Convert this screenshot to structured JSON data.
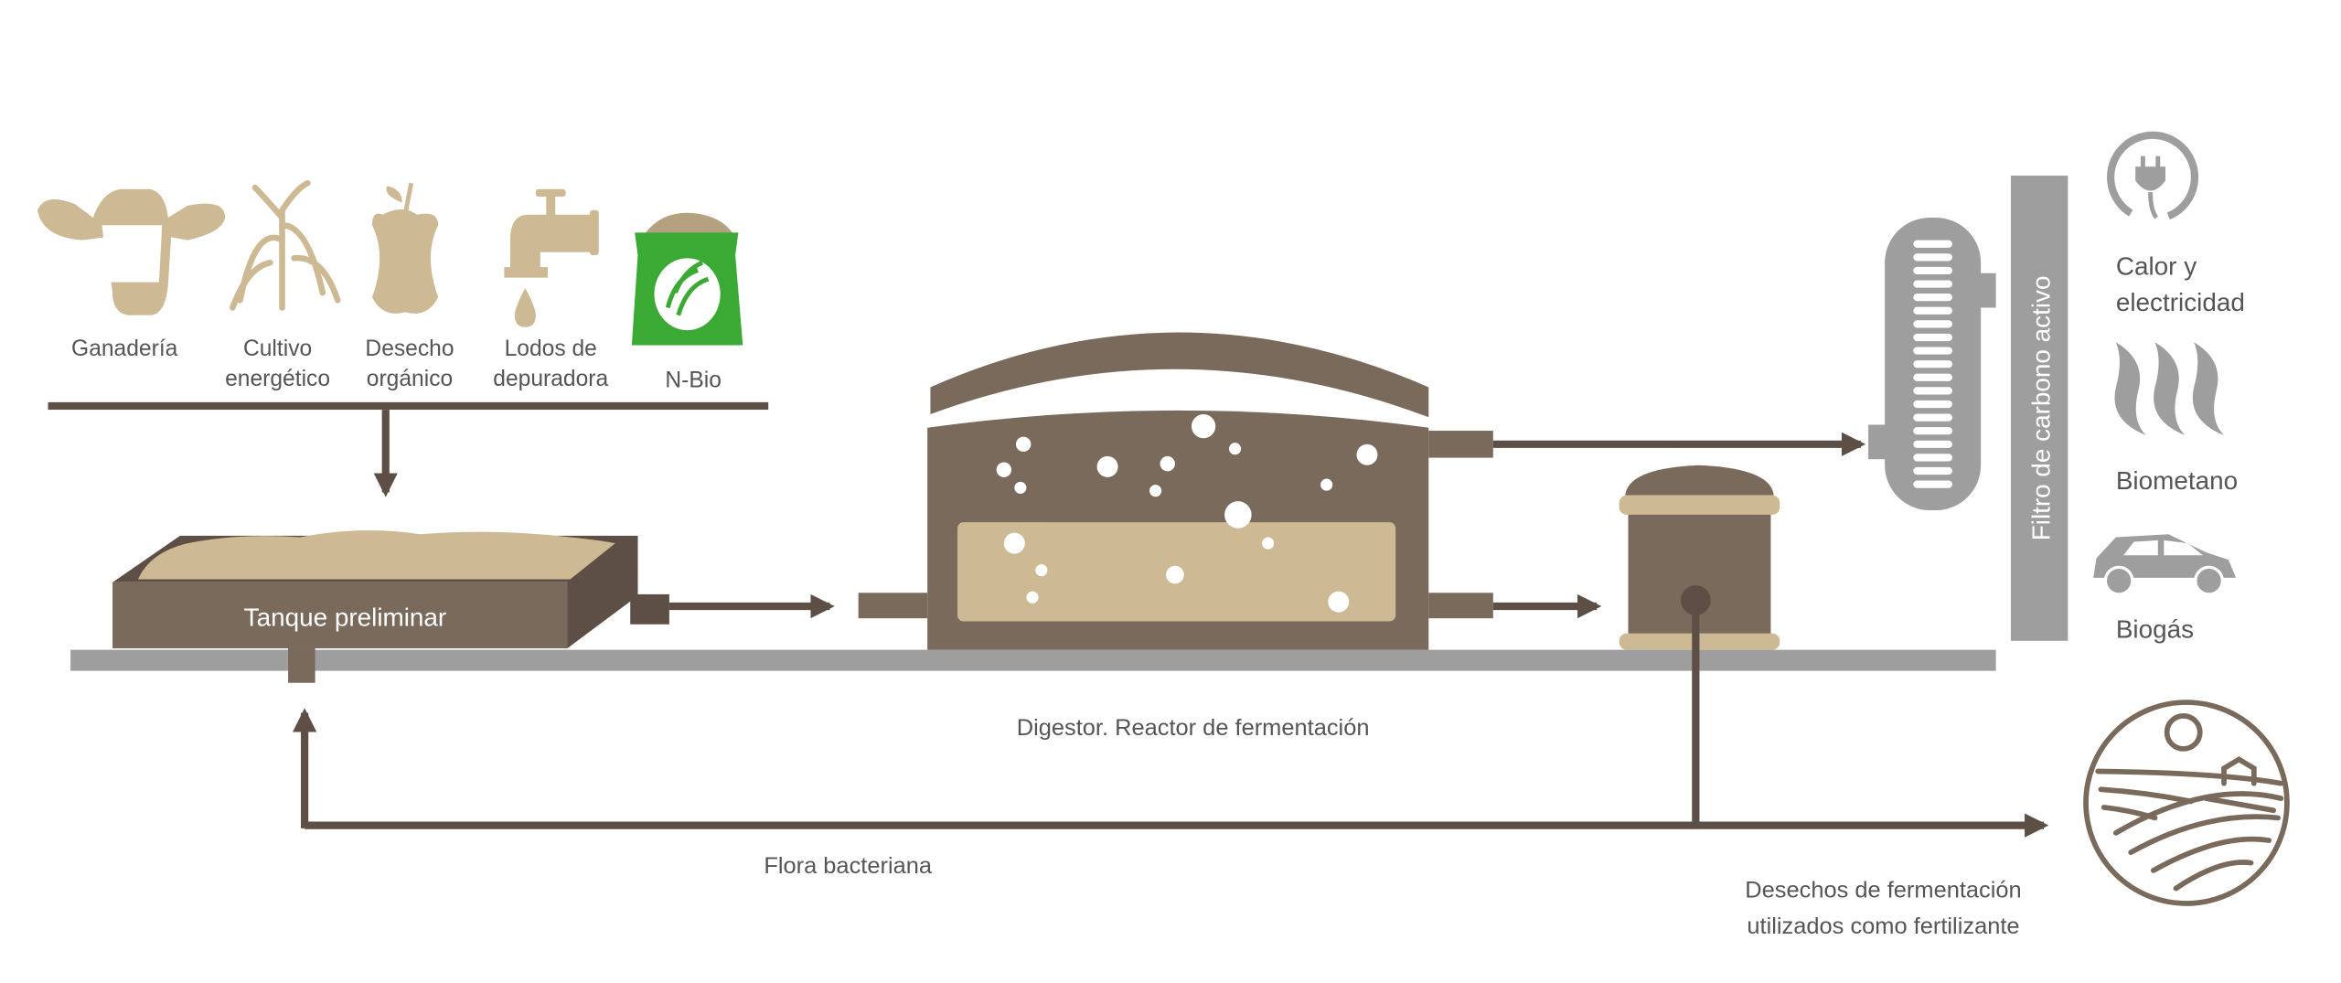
{
  "sources": [
    {
      "icon": "cow-icon",
      "lines": [
        "Ganadería"
      ]
    },
    {
      "icon": "corn-plant-icon",
      "lines": [
        "Cultivo",
        "energético"
      ]
    },
    {
      "icon": "apple-core-icon",
      "lines": [
        "Desecho",
        "orgánico"
      ]
    },
    {
      "icon": "faucet-icon",
      "lines": [
        "Lodos de",
        "depuradora"
      ]
    },
    {
      "icon": "nbio-bag-icon",
      "lines": [
        "N-Bio"
      ]
    }
  ],
  "tank_label": "Tanque preliminar",
  "digestor_label": "Digestor. Reactor de fermentación",
  "bacteria_label": "Flora bacteriana",
  "fertilizer_label": [
    "Desechos de fermentación",
    "utilizados como fertilizante"
  ],
  "filter_label": "Filtro de carbono activo",
  "outputs": [
    {
      "icon": "plug-icon",
      "lines": [
        "Calor y",
        "electricidad"
      ]
    },
    {
      "icon": "steam-icon",
      "lines": [
        "Biometano"
      ]
    },
    {
      "icon": "car-icon",
      "lines": [
        "Biogás"
      ]
    }
  ],
  "colors": {
    "brown": "#7a6a5c",
    "dark_brown": "#5d4f45",
    "tan": "#cdb994",
    "gray": "#9e9e9e",
    "green": "#3aaa35",
    "text": "#555555"
  }
}
